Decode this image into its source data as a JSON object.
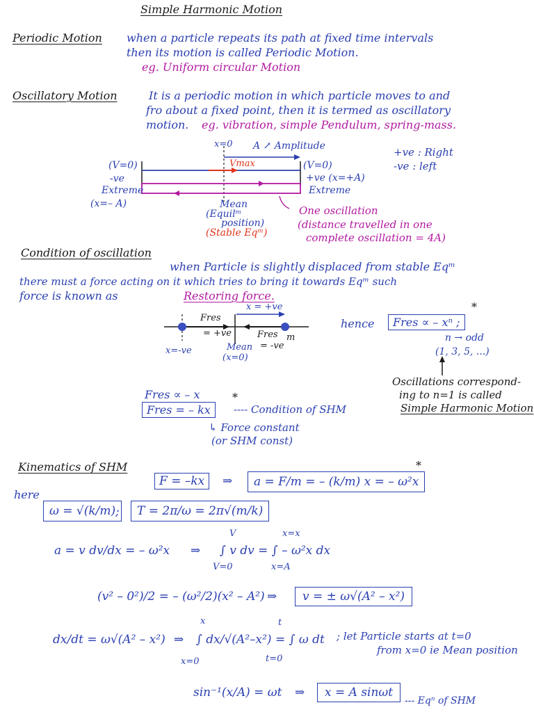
{
  "title": "Simple Harmonic Motion",
  "periodic": {
    "heading": "Periodic Motion",
    "line1": "when a particle repeats its path at fixed time intervals",
    "line2": "then its motion is called Periodic Motion.",
    "example": "eg. Uniform circular Motion"
  },
  "oscillatory": {
    "heading": "Oscillatory Motion",
    "line1": "It is a periodic motion in which particle moves to and",
    "line2": "fro about a fixed point, then it is termed as oscillatory",
    "line3": "motion.",
    "example": "eg. vibration,  simple Pendulum,  spring-mass."
  },
  "osc_diagram": {
    "x0": "x=0",
    "amplitude": "A ↗ Amplitude",
    "vmax": "Vmax",
    "v0_left": "(V=0)",
    "neg": "-ve",
    "extreme_left": "Extreme",
    "x_neg_A": "(x=– A)",
    "v0_right": "(V=0)",
    "pos_xA": "+ve (x=+A)",
    "extreme_right": "Extreme",
    "mean1": "Mean",
    "mean2": "(Equilᵐ",
    "mean3": "position)",
    "stable": "(Stable Eqᵐ)",
    "one_osc": "One oscillation",
    "dist1": "(distance travelled in one",
    "dist2": "complete oscillation = 4A)",
    "right": "+ve : Right",
    "left": "-ve : left"
  },
  "condition": {
    "heading": "Condition of oscillation",
    "line1": "when Particle is slightly displaced from stable Eqᵐ",
    "line2": "there must a force acting on it which tries to bring it towards Eqᵐ such",
    "line3_a": "force is known as",
    "line3_b": "Restoring force."
  },
  "force_diagram": {
    "x_pos": "x = +ve",
    "fres_left": "Fres",
    "eq_pos": "= +ve",
    "fres_right": "Fres",
    "m": "m",
    "eq_neg": "= -ve",
    "mean": "Mean",
    "x0": "(x=0)",
    "x_neg": "x=-ve",
    "hence": "hence",
    "relation": "Fres ∝ – xⁿ ;",
    "star": "*",
    "n_odd": "n → odd",
    "odd_list": "(1, 3, 5, ...)",
    "note1": "Oscillations correspond-",
    "note2": "ing to n=1 is called",
    "note3": "Simple Harmonic Motion"
  },
  "shm_condition": {
    "prop": "Fres ∝ – x",
    "eq": "Fres = – kx",
    "star": "*",
    "cond": "---- Condition of SHM",
    "fc1": "↳ Force constant",
    "fc2": "(or SHM const)"
  },
  "kinematics": {
    "heading": "Kinematics of SHM",
    "force": "F = –kx",
    "arrow1": "⇒",
    "accel": "a = F/m = – (k/m) x = – ω²x",
    "star": "*",
    "here": "here",
    "omega": "ω = √(k/m)",
    "semi": ";",
    "period": "T = 2π/ω = 2π√(m/k)",
    "eq_a": "a =  v dv/dx  = – ω²x",
    "arrow2": "⇒",
    "int_v": "∫ v dv = ∫ – ω²x dx",
    "lim_v_top": "V",
    "lim_v_bot": "V=0",
    "lim_x_top": "x=x",
    "lim_x_bot": "x=A",
    "eq_v2": "(v² – 0²)/2  =  – (ω²/2)(x² – A²)",
    "arrow3": "⇒",
    "vel": "v = ± ω√(A² – x²)",
    "eq_dxdt": "dx/dt  =  ω√(A² – x²)",
    "arrow4": "⇒",
    "int_x": "∫ dx/√(A²–x²) = ∫ ω dt",
    "lim_x2_top": "x",
    "lim_x2_bot": "x=0",
    "lim_t_top": "t",
    "lim_t_bot": "t=0",
    "let1": "; let Particle starts at t=0",
    "let2": "from x=0 ie Mean position",
    "sin_eq": "sin⁻¹(x/A)  =  ωt",
    "arrow5": "⇒",
    "result": "x = A sinωt",
    "eqn_shm": "--- Eqⁿ of SHM"
  },
  "colors": {
    "blue": "#2a3fb0",
    "magenta": "#b21aa0",
    "red": "#e0341c",
    "black": "#1a1a1a"
  }
}
